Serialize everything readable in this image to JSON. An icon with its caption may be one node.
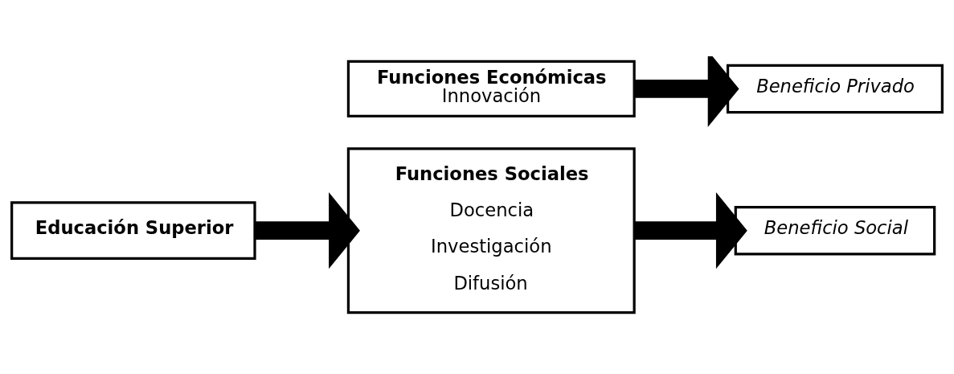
{
  "diagram": {
    "nodes": [
      {
        "text": [
          "Educación Superior"
        ]
      },
      {
        "text": [
          "Funciones Sociales",
          "Docencia",
          "Investigación",
          "Difusión"
        ]
      },
      {
        "text": [
          "Funciones Económicas",
          "Innovación"
        ]
      },
      {
        "text": [
          "Beneficio Social"
        ]
      },
      {
        "text": [
          "Beneficio Privado"
        ]
      }
    ],
    "edges": [
      {
        "from": 0,
        "to": 1,
        "arrow": "to"
      },
      {
        "from": 1,
        "to": 3,
        "arrow": "to"
      },
      {
        "from": 2,
        "to": 4,
        "arrow": "to"
      }
    ]
  }
}
